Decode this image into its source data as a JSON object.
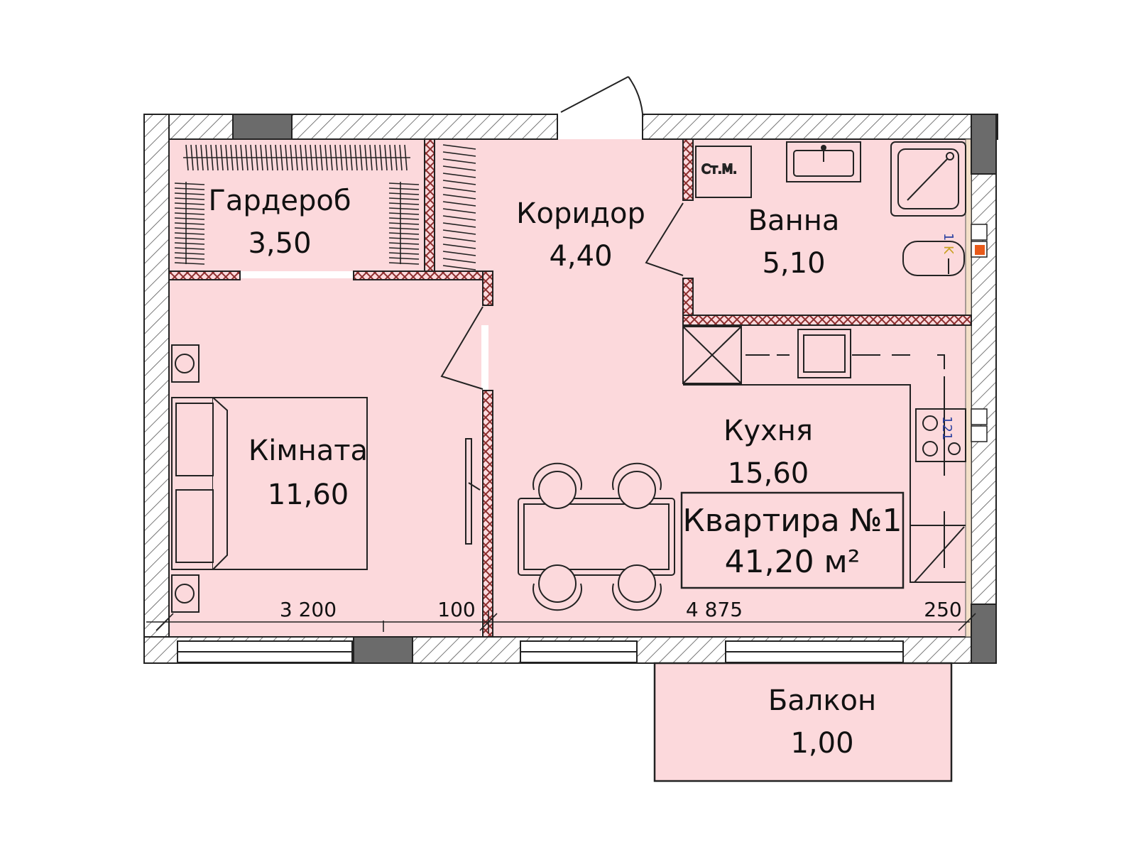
{
  "plan": {
    "rooms": [
      {
        "id": "wardrobe",
        "name": "Гардероб",
        "area": "3,50"
      },
      {
        "id": "corridor",
        "name": "Коридор",
        "area": "4,40"
      },
      {
        "id": "bathroom",
        "name": "Ванна",
        "area": "5,10"
      },
      {
        "id": "room",
        "name": "Кімната",
        "area": "11,60"
      },
      {
        "id": "kitchen",
        "name": "Кухня",
        "area": "15,60"
      },
      {
        "id": "balcony",
        "name": "Балкон",
        "area": "1,00"
      }
    ],
    "apartment": {
      "title": "Квартира №1",
      "total_area": "41,20 м²"
    },
    "dimensions": [
      "3 200",
      "100",
      "4 875",
      "250"
    ],
    "labels": {
      "washing_machine": "Ст.М.",
      "meter_1": "1",
      "meter_k": "K",
      "meter_121": "121"
    },
    "colors": {
      "room_fill": "#fcd9dc",
      "wall_line": "#222222",
      "partition": "#8b2d2d",
      "meter": "#e85a1a"
    }
  }
}
